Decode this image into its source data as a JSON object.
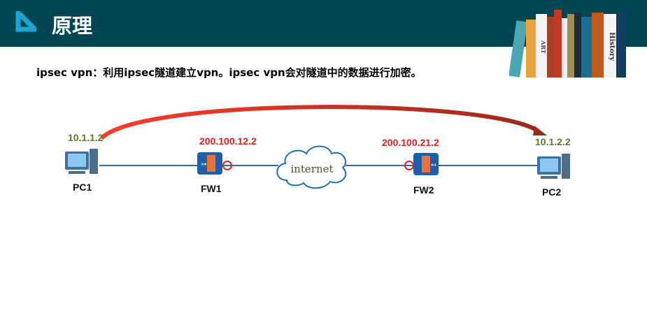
{
  "header": {
    "title": "原理"
  },
  "books": {
    "spine_labels": [
      "ART",
      "History"
    ]
  },
  "description": "ipsec vpn：利用ipsec隧道建立vpn。ipsec vpn会对隧道中的数据进行加密。",
  "diagram": {
    "nodes": {
      "pc1": {
        "label": "PC1",
        "ip": "10.1.1.2"
      },
      "fw1": {
        "label": "FW1",
        "ip": "200.100.12.2"
      },
      "internet": {
        "label": "internet"
      },
      "fw2": {
        "label": "FW2",
        "ip": "200.100.21.2"
      },
      "pc2": {
        "label": "PC2",
        "ip": "10.1.2.2"
      }
    },
    "colors": {
      "ip_private": "#5b7a2b",
      "ip_public": "#e0201a",
      "link": "#1f6fb0",
      "tunnel": "#d8261c"
    }
  }
}
